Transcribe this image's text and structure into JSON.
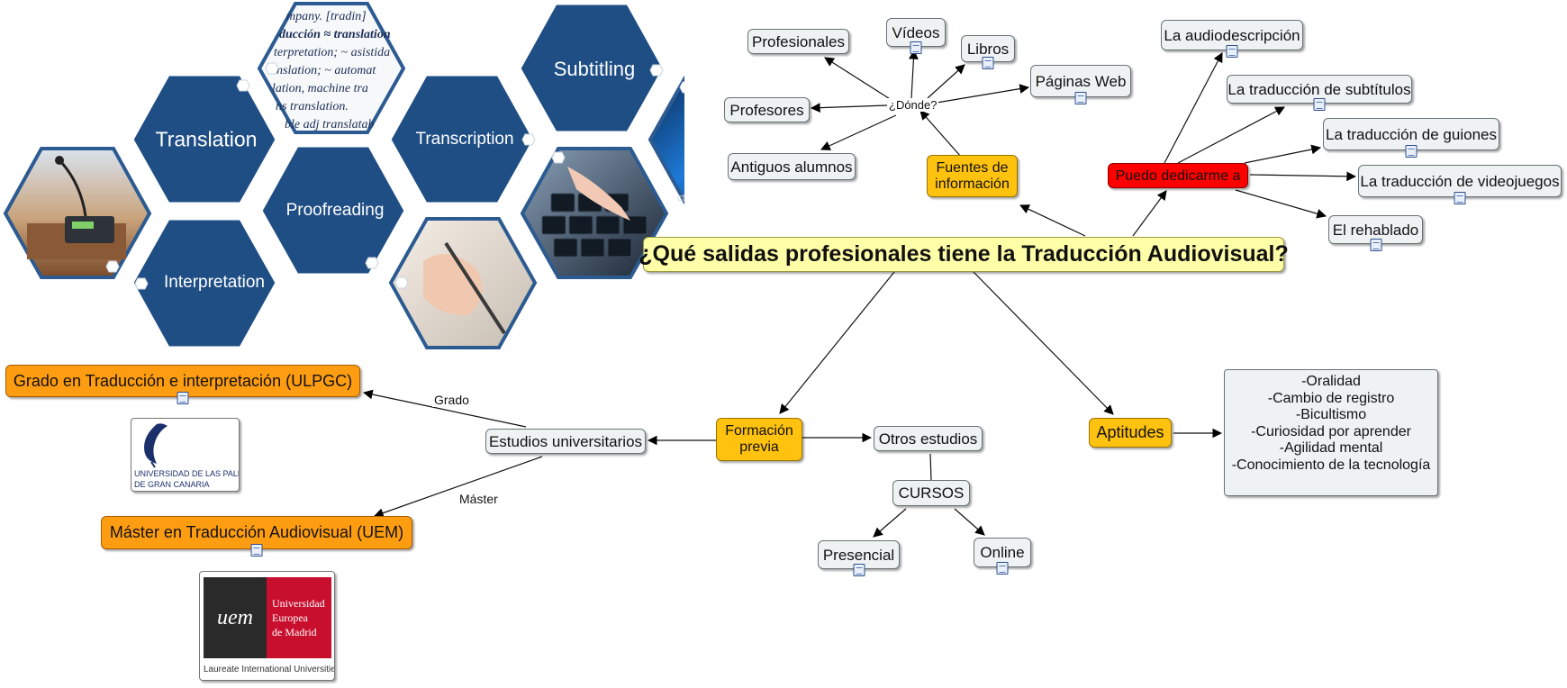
{
  "hexagons": {
    "translation": "Translation",
    "subtitling": "Subtitling",
    "transcription": "Transcription",
    "proofreading": "Proofreading",
    "interpretation": "Interpretation",
    "dict_lines": [
      "mpany. [tradin]",
      "ducción ≈ translation",
      "terpretation; ~ asistida",
      "anslation; ~ automat",
      "lation, machine tra",
      "ns translation.",
      "ble adj translatab"
    ],
    "screen_text": "ct quality control a"
  },
  "nodes": {
    "title": "¿Qué salidas profesionales tiene la Traducción Audiovisual?",
    "fuentes": [
      "Fuentes de",
      "información"
    ],
    "donde": "¿Dónde?",
    "profesionales": "Profesionales",
    "videos": "Vídeos",
    "libros": "Libros",
    "paginas_web": "Páginas Web",
    "profesores": "Profesores",
    "antiguos": "Antiguos alumnos",
    "puedo": "Puedo dedicarme a",
    "audiodescripcion": "La audiodescripción",
    "subtitulos": "La traducción de subtítulos",
    "guiones": "La traducción de guiones",
    "videojuegos": "La traducción de videojuegos",
    "rehablado": "El rehablado",
    "formacion": [
      "Formación",
      "previa"
    ],
    "estudios": "Estudios universitarios",
    "otros": "Otros estudios",
    "cursos": "CURSOS",
    "presencial": "Presencial",
    "online": "Online",
    "grado": "Grado en Traducción e interpretación (ULPGC)",
    "master": "Máster en Traducción Audiovisual (UEM)",
    "aptitudes": "Aptitudes",
    "aptitudes_list": [
      "-Oralidad",
      "-Cambio de registro",
      "-Bicultismo",
      "-Curiosidad por aprender",
      "-Agilidad mental",
      "-Conocimiento de la tecnología"
    ]
  },
  "link_labels": {
    "grado": "Grado",
    "master": "Máster"
  },
  "logos": {
    "ulpgc": [
      "UNIVERSIDAD DE LAS PALMAS",
      "DE GRAN CANARIA"
    ],
    "uem_mark": "uem",
    "uem_name": [
      "Universidad",
      "Europea",
      "de Madrid"
    ],
    "uem_footer": "Laureate International Universities"
  },
  "colors": {
    "hex_blue": "#1f4e85",
    "hex_border": "#2c5b92",
    "orange": "#ff9d12",
    "yellow": "#ffc20e",
    "red": "#ff0000",
    "title_bg": "#ffffa8",
    "uem_red": "#c8102e"
  }
}
